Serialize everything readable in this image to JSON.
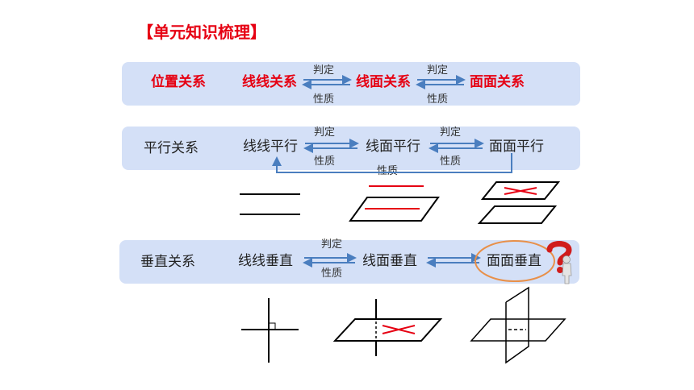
{
  "title": "【单元知识梳理】",
  "row1": {
    "label": "位置关系",
    "items": [
      "线线关系",
      "线面关系",
      "面面关系"
    ],
    "arrow1_top": "判定",
    "arrow1_bottom": "性质",
    "arrow2_top": "判定",
    "arrow2_bottom": "性质"
  },
  "row2": {
    "label": "平行关系",
    "items": [
      "线线平行",
      "线面平行",
      "面面平行"
    ],
    "arrow1_top": "判定",
    "arrow1_bottom": "性质",
    "arrow2_top": "判定",
    "arrow2_bottom": "性质",
    "feedback_label": "性质"
  },
  "row3": {
    "label": "垂直关系",
    "items": [
      "线线垂直",
      "线面垂直",
      "面面垂直"
    ],
    "arrow1_top": "判定",
    "arrow1_bottom": "性质"
  },
  "colors": {
    "band": "#d4e0f7",
    "accent_red": "#e60012",
    "arrow_blue": "#4a7ebf",
    "ellipse": "#e8904a"
  },
  "icons": [
    "double-arrow-icon",
    "question-mark-figure-icon"
  ]
}
